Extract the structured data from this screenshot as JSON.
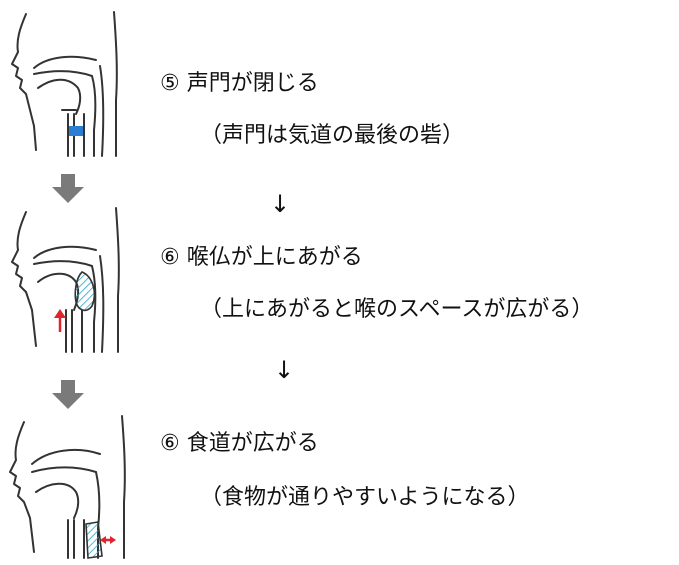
{
  "steps": [
    {
      "title": "⑤ 声門が閉じる",
      "note": "（声門は気道の最後の砦）"
    },
    {
      "title": "⑥ 喉仏が上にあがる",
      "note": "（上にあがると喉のスペースが広がる）"
    },
    {
      "title": "⑥ 食道が広がる",
      "note": "（食物が通りやすいようになる）"
    }
  ],
  "connector": "↓",
  "colors": {
    "line": "#333333",
    "arrow_gray": "#7a7a7a",
    "glottis_blue": "#2a7fd4",
    "hatch_cyan": "#2aa8c8",
    "red_arrow": "#e0242c"
  },
  "icons": [
    "head-profile-figure",
    "down-arrow-icon"
  ]
}
